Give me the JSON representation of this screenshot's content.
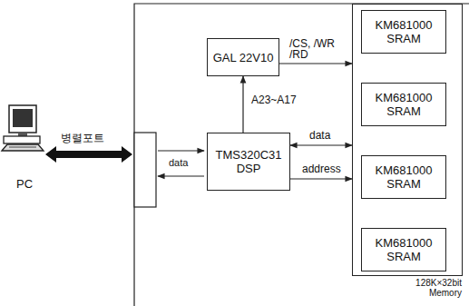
{
  "diagram": {
    "nodes": [
      {
        "text": [
          "GAL 22V10"
        ]
      },
      {
        "text": [
          "TMS320C31 DSP"
        ]
      },
      {
        "text": [
          "128K×32bit Memory"
        ]
      },
      {
        "text": [
          "KM681000 SRAM"
        ],
        "in": 2
      },
      {
        "text": [
          "KM681000 SRAM"
        ],
        "in": 2
      },
      {
        "text": [
          "KM681000 SRAM"
        ],
        "in": 2
      },
      {
        "text": [
          "KM681000 SRAM"
        ],
        "in": 2
      }
    ],
    "edges": [
      {
        "from": 1,
        "to": 0,
        "arrow": "to",
        "label": "A23~A17"
      },
      {
        "from": 0,
        "to": 2,
        "arrow": "to",
        "label": "/CS, /WR /RD"
      },
      {
        "from": 1,
        "to": 2,
        "arrow": "both",
        "label": "data"
      },
      {
        "from": 1,
        "to": 2,
        "arrow": "to",
        "label": "address"
      }
    ],
    "labels": [
      "PC",
      "병렬포트",
      "data"
    ]
  }
}
